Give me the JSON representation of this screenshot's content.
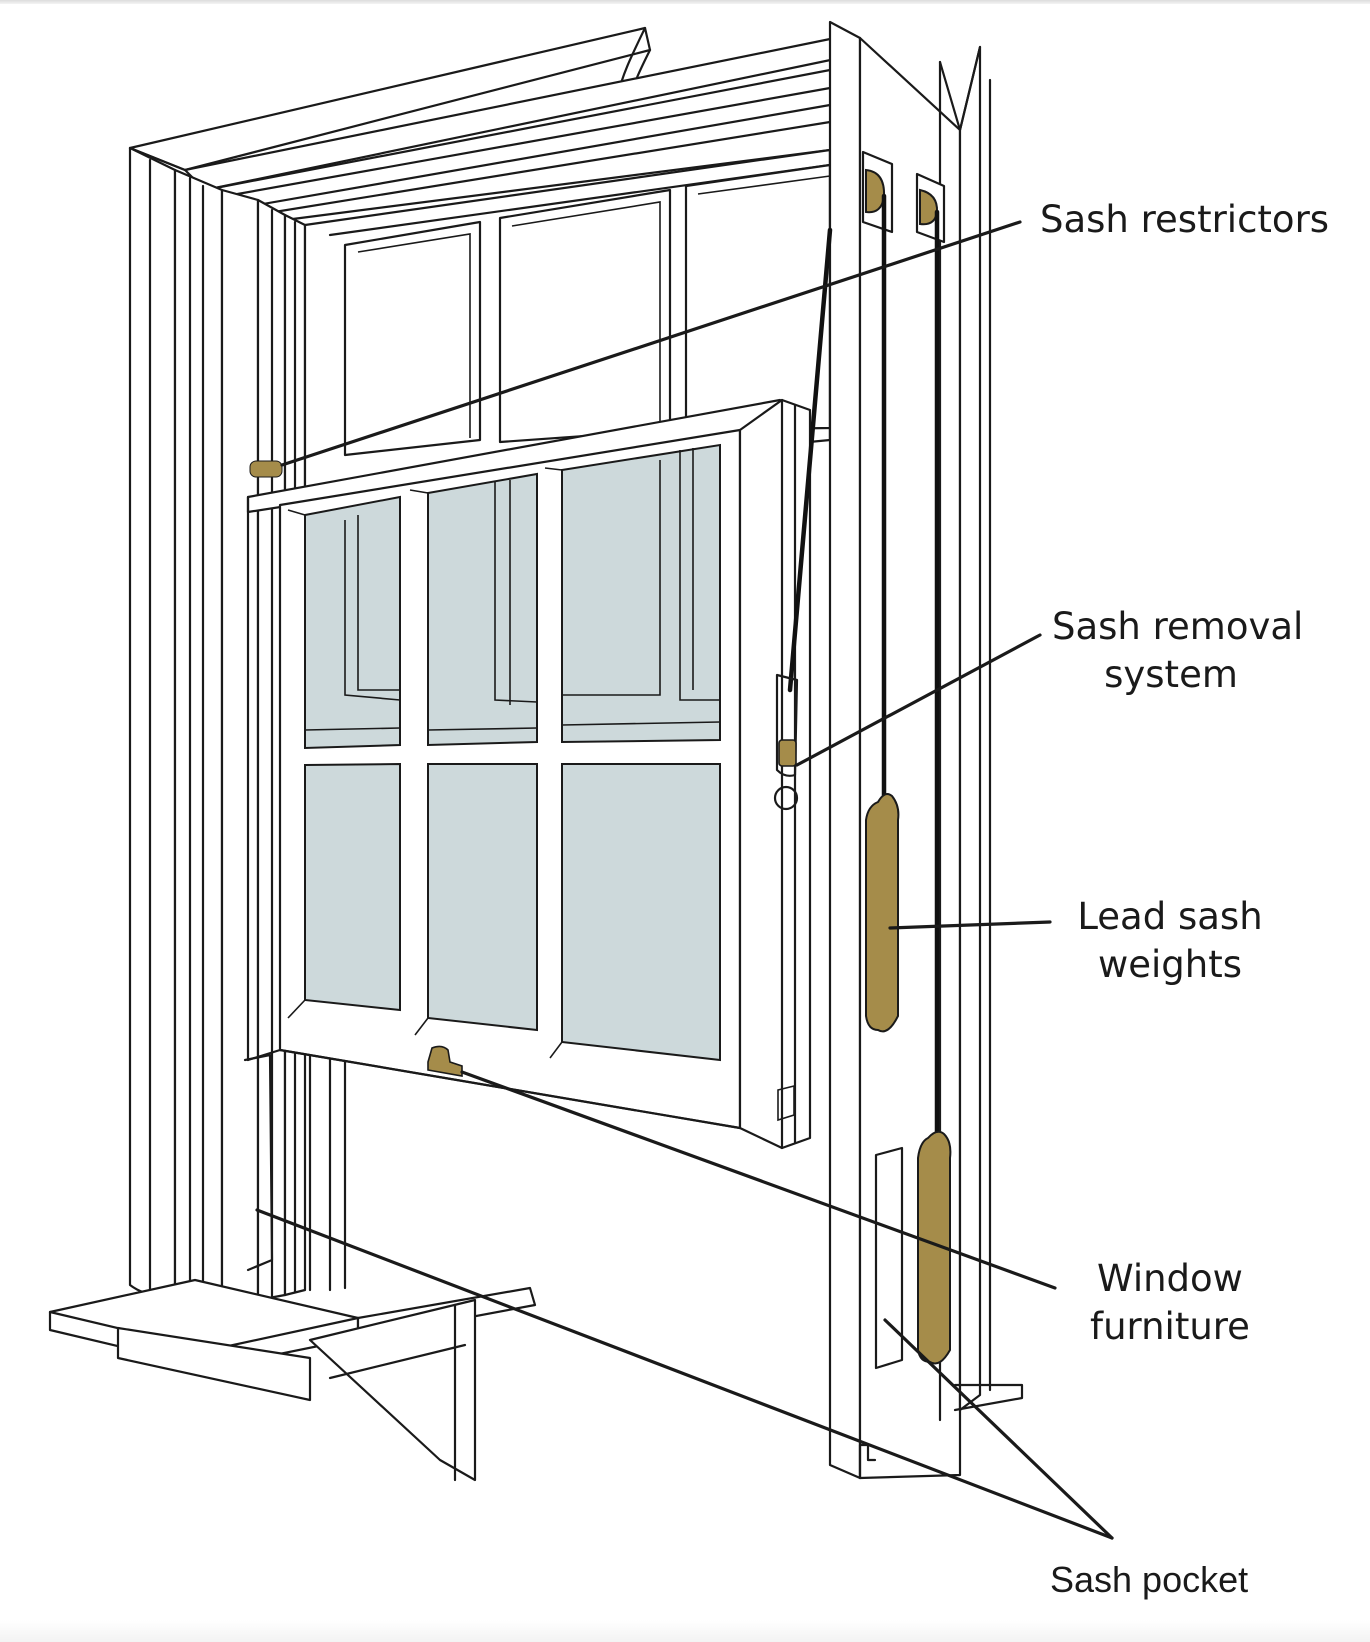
{
  "diagram": {
    "subject": "Traditional box sash window (cutaway)",
    "colors": {
      "line": "#1a1a1a",
      "brass": "#a58c4a",
      "brass_dark": "#8a733a",
      "glass": "#cdd9db",
      "wood": "#ffffff"
    },
    "labels": [
      {
        "id": "sash-restrictors",
        "lines": [
          "Sash restrictors"
        ]
      },
      {
        "id": "sash-removal-system",
        "lines": [
          "Sash removal",
          "system"
        ]
      },
      {
        "id": "lead-sash-weights",
        "lines": [
          "Lead sash",
          "weights"
        ]
      },
      {
        "id": "window-furniture",
        "lines": [
          "Window",
          "furniture"
        ]
      },
      {
        "id": "sash-pocket",
        "lines": [
          "Sash pocket"
        ]
      }
    ],
    "components": [
      "outer frame and architrave",
      "upper sash (6 panes)",
      "lower sash (6 panes, glazed)",
      "pulley wheels (2)",
      "sash cords",
      "lead weights (2)",
      "window sill",
      "pocket cover"
    ]
  }
}
